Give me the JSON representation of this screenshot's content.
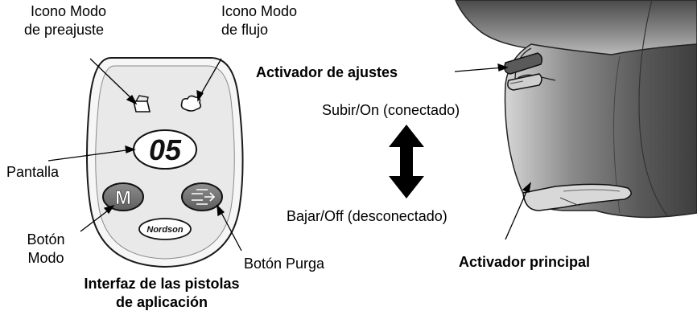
{
  "labels": {
    "preset_icon": [
      "Icono Modo",
      "de preajuste"
    ],
    "flow_icon": [
      "Icono Modo",
      "de flujo"
    ],
    "display": "Pantalla",
    "mode_button": [
      "Botón",
      "Modo"
    ],
    "purge_button": "Botón Purga",
    "caption": [
      "Interfaz de las pistolas",
      "de aplicación"
    ],
    "adjust_trigger": "Activador de ajustes",
    "up_on": "Subir/On (conectado)",
    "down_off": "Bajar/Off (desconectado)",
    "main_trigger": "Activador principal"
  },
  "keypad": {
    "display_value": "05",
    "mode_key": "M",
    "logo": "Nordson"
  },
  "colors": {
    "panel_fill": "#e9e9e9",
    "button_fill": "#7a7a7a",
    "handle_dark": "#5c5c5c",
    "handle_light": "#c9c9c9"
  }
}
